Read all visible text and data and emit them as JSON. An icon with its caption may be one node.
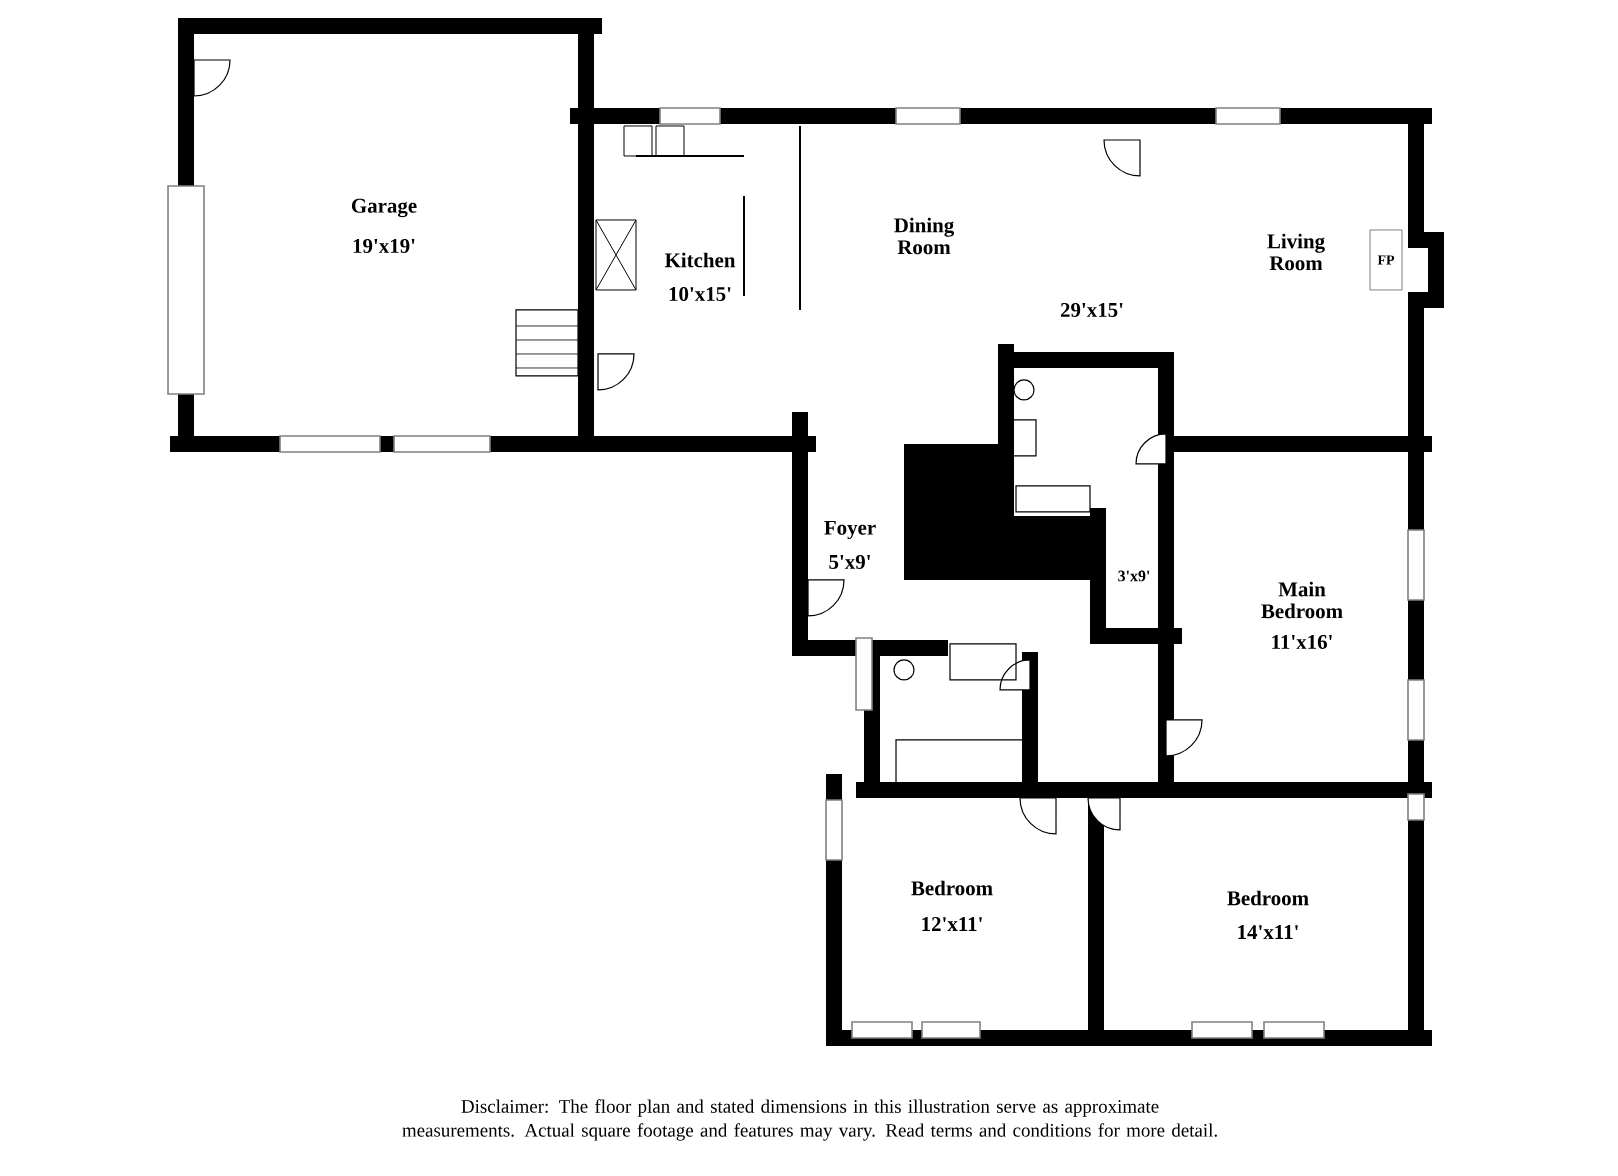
{
  "diagram": {
    "caption": "Disclaimer: The floor plan and stated dimensions in this illustration serve as approximate measurements. Actual square footage and features may vary. Read terms and conditions for more detail.",
    "labels": [
      "Garage",
      "19'x19'",
      "Kitchen",
      "10'x15'",
      "Dining Room",
      "Living Room",
      "FP",
      "29'x15'",
      "Foyer",
      "5'x9'",
      "3'x9'",
      "Main Bedroom",
      "11'x16'",
      "Bedroom",
      "12'x11'",
      "Bedroom",
      "14'x11'"
    ]
  }
}
